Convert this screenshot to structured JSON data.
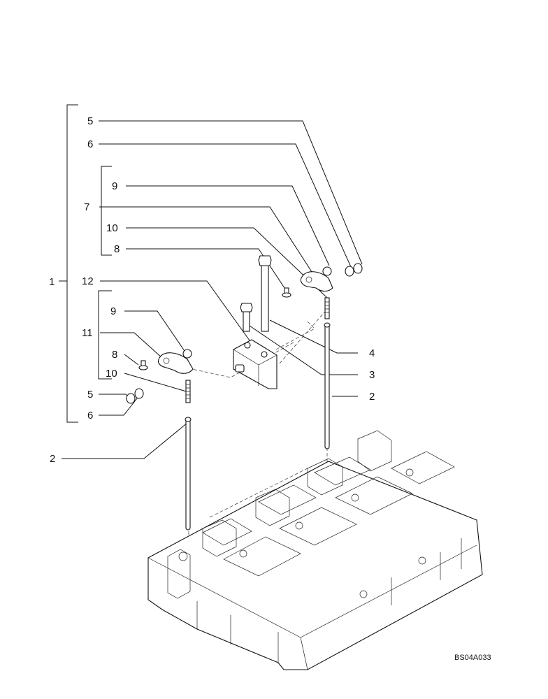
{
  "callouts": {
    "c1": "1",
    "c2a": "2",
    "c2b": "2",
    "c3": "3",
    "c4": "4",
    "c5a": "5",
    "c5b": "5",
    "c6a": "6",
    "c6b": "6",
    "c7": "7",
    "c8a": "8",
    "c8b": "8",
    "c9a": "9",
    "c9b": "9",
    "c10a": "10",
    "c10b": "10",
    "c11": "11",
    "c12": "12"
  },
  "reference_code": "BS04A033"
}
